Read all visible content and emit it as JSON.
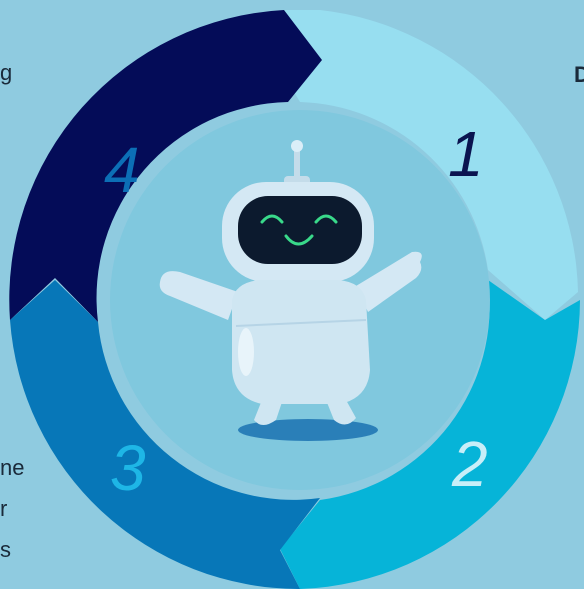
{
  "steps": [
    {
      "number": "1",
      "color": "#97def0",
      "number_color": "#0a1450"
    },
    {
      "number": "2",
      "color": "#06b4d8",
      "number_color": "#c8eef8"
    },
    {
      "number": "3",
      "color": "#0777b8",
      "number_color": "#1eb6e6"
    },
    {
      "number": "4",
      "color": "#040c58",
      "number_color": "#0c6fb6"
    }
  ],
  "edge_text": {
    "top_left": "g",
    "top_right": "D",
    "bottom_left_1": "ne",
    "bottom_left_2": "r",
    "bottom_left_3": "s"
  },
  "colors": {
    "background": "#8fcbe0",
    "inner_disc": "#80c8de",
    "robot_body": "#cfe6f2",
    "robot_face": "#0c1a2e",
    "robot_smile": "#39d98a",
    "shadow": "#2a7fb8"
  },
  "robot": {
    "description_icon": "robot-mascot-icon"
  }
}
